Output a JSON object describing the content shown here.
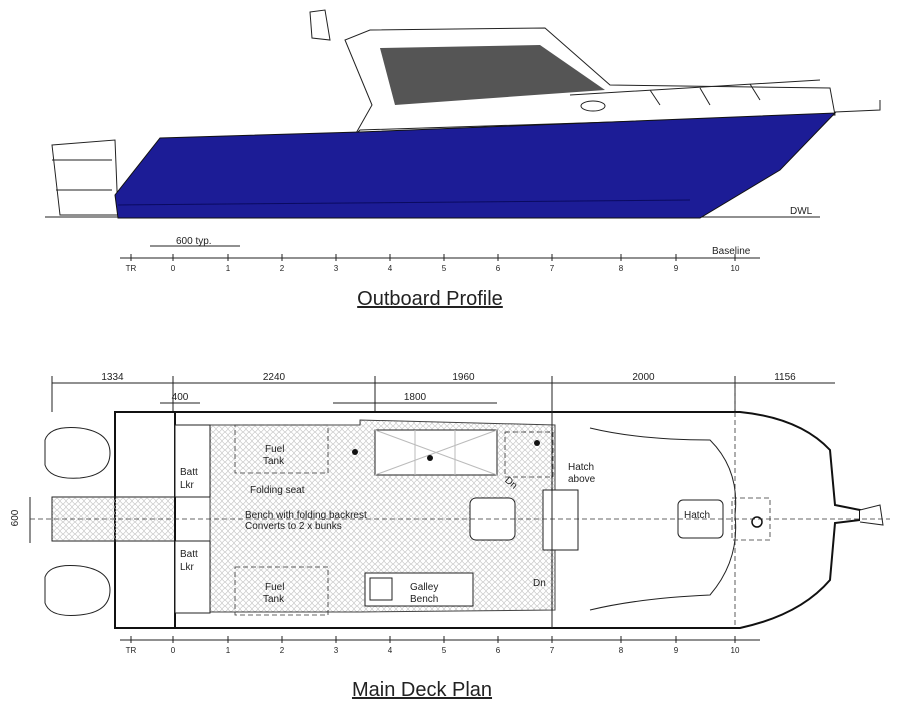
{
  "profile": {
    "title": "Outboard Profile",
    "dwl": "DWL",
    "baseline": "Baseline",
    "spacing": "600 typ.",
    "stations": [
      "TR",
      "0",
      "1",
      "2",
      "3",
      "4",
      "5",
      "6",
      "7",
      "8",
      "9",
      "10"
    ]
  },
  "plan": {
    "title": "Main Deck Plan",
    "dims": [
      "1334",
      "2240",
      "1960",
      "2000",
      "1156"
    ],
    "dim_400": "400",
    "dim_1800": "1800",
    "dim_600": "600",
    "labels": {
      "fuel_tank_top": [
        "Fuel",
        "Tank"
      ],
      "fuel_tank_bottom": [
        "Fuel",
        "Tank"
      ],
      "batt_top": [
        "Batt",
        "Lkr"
      ],
      "batt_bottom": [
        "Batt",
        "Lkr"
      ],
      "folding_seat": "Folding seat",
      "bench": [
        "Bench with folding backrest",
        "Converts to 2 x bunks"
      ],
      "hatch_above": [
        "Hatch",
        "above"
      ],
      "hatch": "Hatch",
      "galley": [
        "Galley",
        "Bench"
      ],
      "dn1": "Dn",
      "dn2": "Dn"
    },
    "stations": [
      "TR",
      "0",
      "1",
      "2",
      "3",
      "4",
      "5",
      "6",
      "7",
      "8",
      "9",
      "10"
    ]
  },
  "colors": {
    "hull": "#1c1c96",
    "window": "#555555"
  }
}
